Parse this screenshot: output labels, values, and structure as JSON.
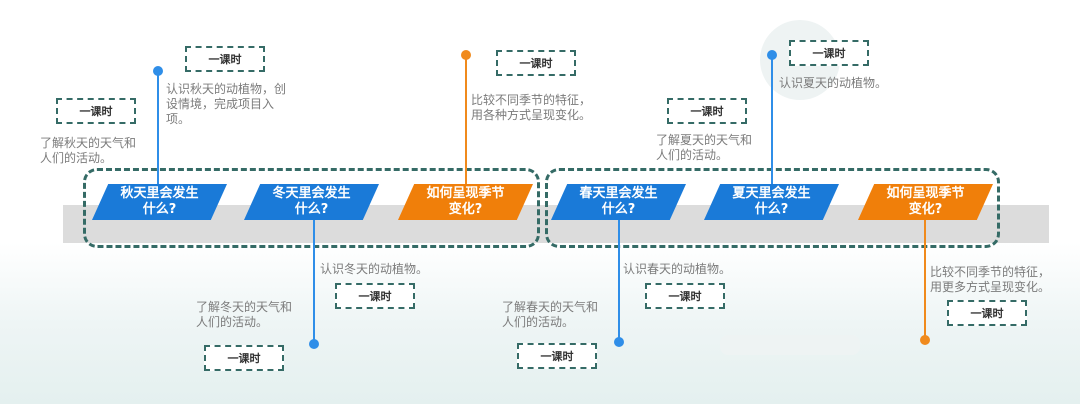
{
  "topics": [
    {
      "label": "秋天里会发生什么?",
      "line1": "秋天里会发生",
      "line2": "什么?",
      "color": "#1a7ad8"
    },
    {
      "label": "冬天里会发生什么?",
      "line1": "冬天里会发生",
      "line2": "什么?",
      "color": "#1a7ad8"
    },
    {
      "label": "如何呈现季节变化?",
      "line1": "如何呈现季节",
      "line2": "变化?",
      "color": "#f07f0a"
    },
    {
      "label": "春天里会发生什么?",
      "line1": "春天里会发生",
      "line2": "什么?",
      "color": "#1a7ad8"
    },
    {
      "label": "夏天里会发生什么?",
      "line1": "夏天里会发生",
      "line2": "什么?",
      "color": "#1a7ad8"
    },
    {
      "label": "如何呈现季节变化?",
      "line1": "如何呈现季节",
      "line2": "变化?",
      "color": "#f07f0a"
    }
  ],
  "lesson_label": "一课时",
  "descriptions": {
    "autumn_weather": [
      "了解秋天的天气和",
      "人们的活动。"
    ],
    "autumn_animals": [
      "认识秋天的动植物，创",
      "设情境，完成项目入",
      "项。"
    ],
    "season_compare_1": [
      "比较不同季节的特征，",
      "用各种方式呈现变化。"
    ],
    "summer_weather": [
      "了解夏天的天气和",
      "人们的活动。"
    ],
    "summer_animals": [
      "认识夏天的动植物。"
    ],
    "winter_animals": [
      "认识冬天的动植物。"
    ],
    "winter_weather": [
      "了解冬天的天气和",
      "人们的活动。"
    ],
    "spring_animals": [
      "认识春天的动植物。"
    ],
    "spring_weather": [
      "了解春天的天气和",
      "人们的活动。"
    ],
    "season_compare_2": [
      "比较不同季节的特征，",
      "用更多方式呈现变化。"
    ]
  },
  "colors": {
    "blue": "#1a7ad8",
    "orange": "#f07f0a",
    "dashed": "#356b66",
    "bar": "#dcdcdc"
  }
}
